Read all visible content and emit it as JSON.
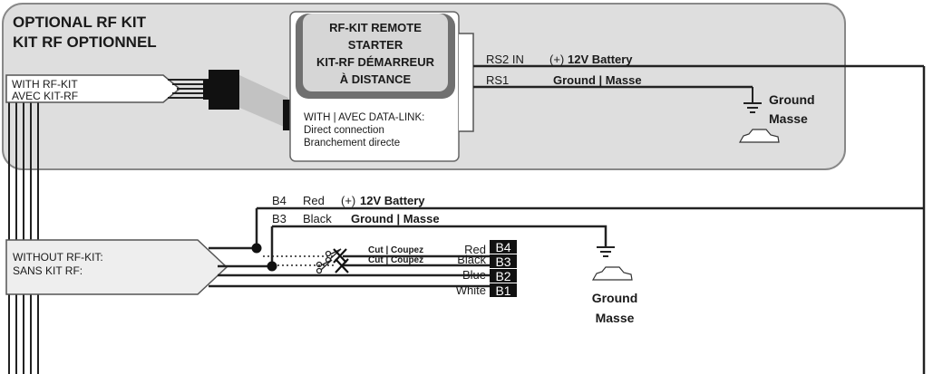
{
  "rf_kit_box": {
    "title_line1": "OPTIONAL RF KIT",
    "title_line2": "KIT RF OPTIONNEL"
  },
  "with_rf_kit": {
    "line1": "WITH RF-KIT",
    "line2": "AVEC KIT-RF"
  },
  "remote_starter": {
    "line1": "RF-KIT REMOTE",
    "line2": "STARTER",
    "line3": "KIT-RF DÉMARREUR",
    "line4": "À DISTANCE",
    "datalink_line1": "WITH | AVEC DATA-LINK:",
    "datalink_line2": "Direct connection",
    "datalink_line3": "Branchement directe"
  },
  "rs_wires": {
    "rs2_label": "RS2 IN",
    "rs2_polarity": "(+)",
    "rs2_desc": "12V Battery",
    "rs1_label": "RS1",
    "rs1_desc": "Ground | Masse"
  },
  "ground_top": {
    "line1": "Ground",
    "line2": "Masse"
  },
  "b_wires": {
    "b4_label": "B4",
    "b4_color": "Red",
    "b4_polarity": "(+)",
    "b4_desc": "12V Battery",
    "b3_label": "B3",
    "b3_color": "Black",
    "b3_desc": "Ground | Masse"
  },
  "without_rf_kit": {
    "line1": "WITHOUT RF-KIT:",
    "line2": "SANS KIT RF:"
  },
  "cut_labels": {
    "cut1": "Cut | Coupez",
    "cut2": "Cut | Coupez"
  },
  "connector_pins": [
    {
      "pin": "B4",
      "color": "Red"
    },
    {
      "pin": "B3",
      "color": "Black"
    },
    {
      "pin": "B2",
      "color": "Blue"
    },
    {
      "pin": "B1",
      "color": "White"
    }
  ],
  "ground_bottom": {
    "line1": "Ground",
    "line2": "Masse"
  },
  "icons": [
    "ground-symbol-icon",
    "car-icon",
    "scissors-icon",
    "harness-connector-icon"
  ]
}
